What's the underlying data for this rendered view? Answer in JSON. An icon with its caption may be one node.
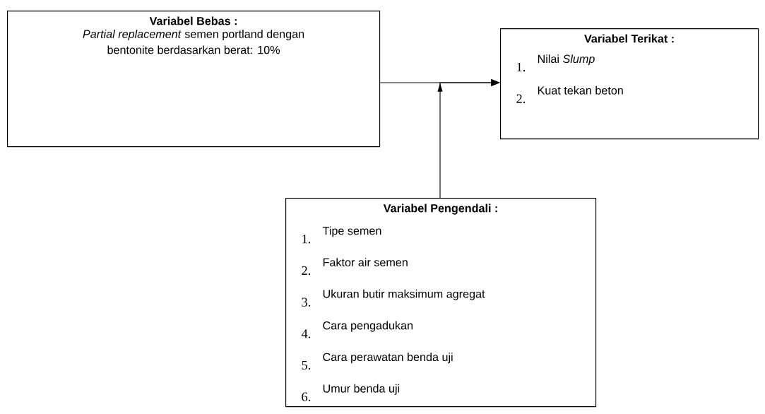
{
  "diagram": {
    "nodes": [
      {
        "text": [
          "Variabel Bebas :",
          "*Partial replacement* semen portland dengan bentonite berdasarkan berat: 10%"
        ]
      },
      {
        "text": [
          "Variabel Terikat :",
          "1.",
          "Nilai *Slump*",
          "2.",
          "Kuat tekan beton"
        ]
      },
      {
        "text": [
          "Variabel Pengendali :",
          "1.",
          "Tipe semen",
          "2.",
          "Faktor air semen",
          "3.",
          "Ukuran butir maksimum agregat",
          "4.",
          "Cara pengadukan",
          "5.",
          "Cara perawatan benda uji",
          "6.",
          "Umur benda uji"
        ]
      }
    ],
    "edges": [
      {
        "from": 0,
        "to": 1,
        "arrow": "to"
      },
      {
        "from": 2,
        "to": 1,
        "arrow": "to"
      }
    ]
  }
}
